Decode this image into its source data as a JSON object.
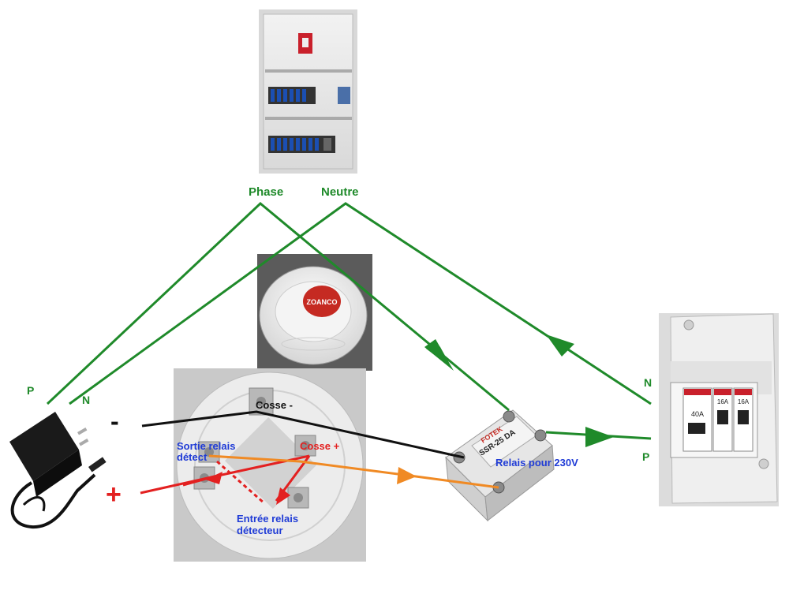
{
  "labels": {
    "phase": "Phase",
    "neutre": "Neutre",
    "p_left": "P",
    "n_left": "N",
    "n_right": "N",
    "p_right": "P",
    "minus": "-",
    "plus": "+",
    "cosse_minus": "Cosse -",
    "cosse_plus": "Cosse +",
    "sortie_line1": "Sortie relais",
    "sortie_line2": "détect",
    "entree_line1": "Entrée relais",
    "entree_line2": "détecteur",
    "relais": "Relais pour 230V"
  },
  "devices": {
    "brand": "ZOANCO",
    "ssr_brand": "FOTEK",
    "ssr_model": "SSR-25 DA",
    "breaker_main": "40A",
    "breaker_a": "16A",
    "breaker_b": "16A"
  },
  "colors": {
    "wire_green": "#1f8a2a",
    "wire_red": "#e32020",
    "wire_black": "#111111",
    "wire_orange": "#f08a24",
    "label_blue": "#1f3bd6",
    "label_red": "#e32020"
  }
}
